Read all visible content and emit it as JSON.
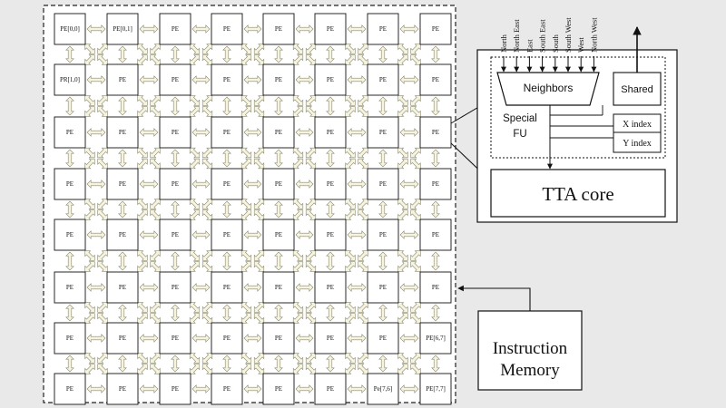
{
  "grid": {
    "rows": 8,
    "cols": 8,
    "default_label": "PE",
    "special_labels": {
      "0,0": "PE[0,0]",
      "0,1": "PE[0,1]",
      "1,0": "PR[1,0]",
      "6,7": "PE[6,7]",
      "7,6": "Pe[7,6]",
      "7,7": "PE[7,7]"
    }
  },
  "detail": {
    "directions": [
      "North",
      "North East",
      "East",
      "South East",
      "South",
      "South West",
      "West",
      "North West"
    ],
    "neighbors_label": "Neighbors",
    "shared_label": "Shared",
    "special_fu_line1": "Special",
    "special_fu_line2": "FU",
    "x_index_label": "X index",
    "y_index_label": "Y index",
    "tta_core_label": "TTA core"
  },
  "instruction_memory": {
    "line1": "Instruction",
    "line2": "Memory"
  },
  "colors": {
    "background": "#e9e9e9",
    "box_fill": "#ffffff",
    "stroke": "#111111",
    "arrow_fill": "#f6f3df",
    "arrow_stroke": "#8a8a70"
  }
}
